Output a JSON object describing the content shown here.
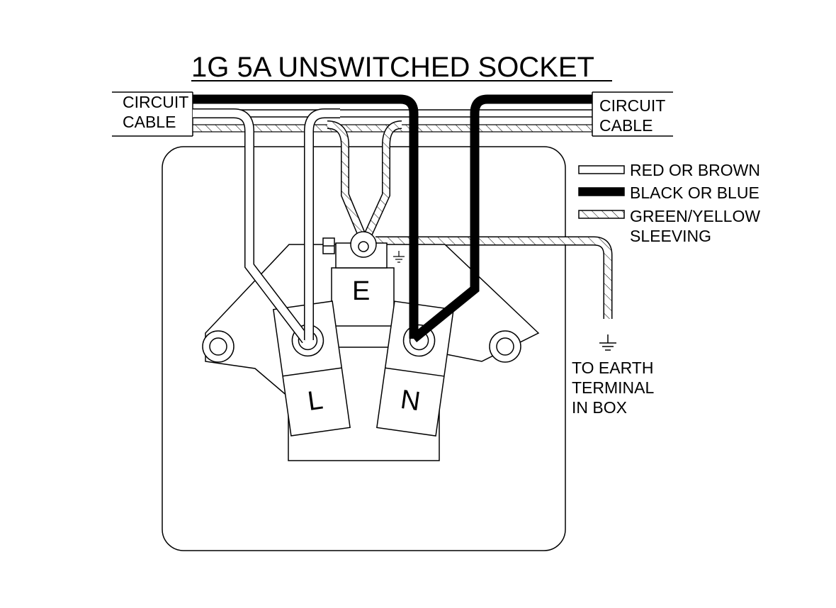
{
  "title": "1G 5A UNSWITCHED SOCKET",
  "cable_left": {
    "line1": "CIRCUIT",
    "line2": "CABLE"
  },
  "cable_right": {
    "line1": "CIRCUIT",
    "line2": "CABLE"
  },
  "legend": [
    {
      "pattern": "white",
      "label": "RED OR BROWN"
    },
    {
      "pattern": "black",
      "label": "BLACK OR BLUE"
    },
    {
      "pattern": "hatched",
      "label": "GREEN/YELLOW",
      "label2": "SLEEVING"
    }
  ],
  "terminals": {
    "earth": "E",
    "live": "L",
    "neutral": "N"
  },
  "earth_note": {
    "line1": "TO EARTH",
    "line2": "TERMINAL",
    "line3": "IN BOX"
  }
}
